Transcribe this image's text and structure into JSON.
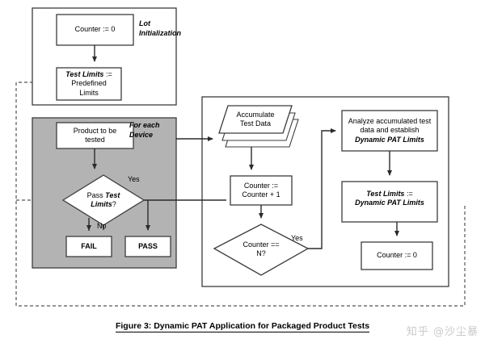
{
  "figure": {
    "caption": "Figure 3: Dynamic PAT Application for Packaged Product Tests",
    "watermark": "知乎 @沙尘暴"
  },
  "groups": {
    "lot_initialization": {
      "label": "Lot\nInitialization",
      "label_line1": "Lot",
      "label_line2": "Initialization"
    },
    "for_each_device": {
      "label_line1": "For each",
      "label_line2": "Device"
    }
  },
  "nodes": {
    "counter_init": {
      "text": "Counter := 0",
      "shape": "process"
    },
    "test_limits_predefined": {
      "line1_em": "Test Limits",
      "line1_rest": " :=",
      "line2": "Predefined",
      "line3": "Limits",
      "shape": "process"
    },
    "product_to_be_tested": {
      "line1": "Product to be",
      "line2": "tested",
      "shape": "process"
    },
    "pass_test_limits": {
      "line1_plain": "Pass ",
      "line1_em": "Test",
      "line2_em": "Limits",
      "line2_plain": "?",
      "shape": "decision"
    },
    "fail": {
      "text": "FAIL",
      "shape": "terminator"
    },
    "pass": {
      "text": "PASS",
      "shape": "terminator"
    },
    "accumulate_test_data": {
      "line1": "Accumulate",
      "line2": "Test Data",
      "shape": "multi-document"
    },
    "counter_increment": {
      "line1": "Counter :=",
      "line2": "Counter + 1",
      "shape": "process"
    },
    "counter_equals_n": {
      "line1": "Counter ==",
      "line2": "N?",
      "shape": "decision"
    },
    "analyze_accumulated": {
      "line1": "Analyze accumulated test",
      "line2": "data and establish",
      "line3_em": "Dynamic PAT Limits",
      "shape": "process"
    },
    "test_limits_dynamic": {
      "line1_em": "Test Limits",
      "line1_rest": " :=",
      "line2_em": "Dynamic PAT Limits",
      "shape": "process"
    },
    "counter_reset": {
      "text": "Counter := 0",
      "shape": "process"
    }
  },
  "edge_labels": {
    "pass_yes": "Yes",
    "pass_no": "No",
    "counter_yes": "Yes"
  },
  "colors": {
    "stroke": "#3c3c3c",
    "gray_fill": "#b3b3b3",
    "white_fill": "#ffffff",
    "text": "#000000",
    "watermark": "#c9c9c9"
  }
}
